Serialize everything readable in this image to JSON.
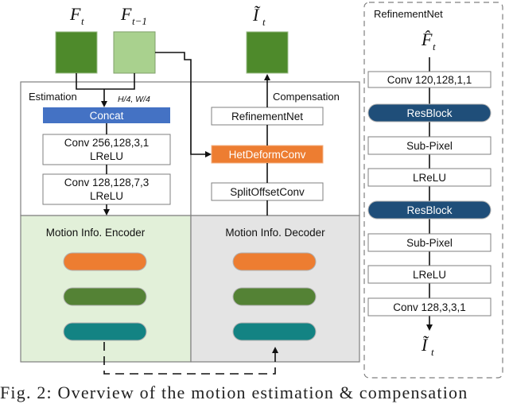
{
  "frames": {
    "current_frame": "F",
    "current_sub": "t",
    "previous_frame": "F",
    "previous_sub": "t−1",
    "output_frame": "Ĩ",
    "output_sub": "t"
  },
  "estimation": {
    "title": "Estimation",
    "resolution_note": "H/4, W/4",
    "concat_label": "Concat",
    "conv1_line1": "Conv 256,128,3,1",
    "conv1_line2": "LReLU",
    "conv2_line1": "Conv 128,128,7,3",
    "conv2_line2": "LReLU"
  },
  "compensation": {
    "title": "Compensation",
    "refinement_label": "RefinementNet",
    "het_deform_label": "HetDeformConv",
    "split_offset_label": "SplitOffsetConv"
  },
  "encoder": {
    "title": "Motion Info. Encoder"
  },
  "decoder": {
    "title": "Motion Info. Decoder"
  },
  "refinementnet": {
    "title": "RefinementNet",
    "input_symbol": "F̂",
    "input_sub": "t",
    "blocks": {
      "conv_in": "Conv 120,128,1,1",
      "resblock_1": "ResBlock",
      "subpixel_1": "Sub-Pixel",
      "lrelu_1": "LReLU",
      "resblock_2": "ResBlock",
      "subpixel_2": "Sub-Pixel",
      "lrelu_2": "LReLU",
      "conv_out": "Conv 128,3,3,1"
    },
    "output_symbol": "Ĩ",
    "output_sub": "t"
  },
  "colors": {
    "frame_dark_green": "#4e8a2b",
    "frame_light_green": "#a9d18e",
    "concat_blue": "#4472c4",
    "het_orange": "#ed7d31",
    "encoder_bg": "#e2f0d9",
    "decoder_bg": "#e4e4e4",
    "pill_orange": "#ed7d31",
    "pill_green": "#548235",
    "pill_teal": "#138383",
    "resblock_navy": "#1f4e79"
  },
  "caption": "Fig. 2: Overview of the motion estimation & compensation"
}
